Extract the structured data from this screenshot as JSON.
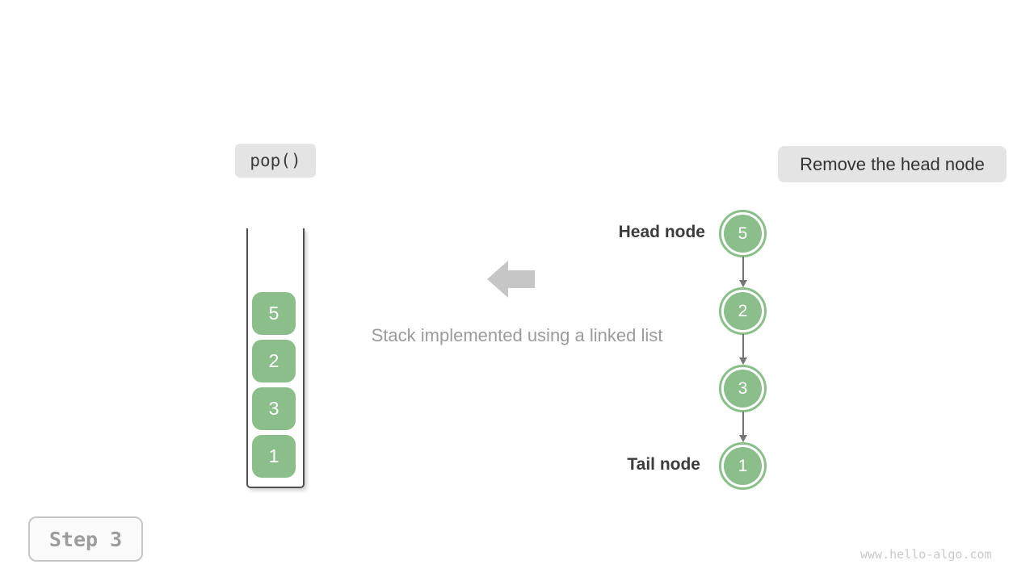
{
  "colors": {
    "node_green": "#8cbe8c",
    "label_bg": "#e4e4e4",
    "dark_text": "#3c3c3c",
    "muted_text": "#9a9a9a",
    "block_arrow_gray": "#c6c6c6",
    "connector_gray": "#757575",
    "container_border": "#4f4f4f",
    "step_text": "#9c9c9c",
    "watermark_text": "#c9c9c9"
  },
  "header": {
    "operation": "pop()",
    "action": "Remove the head node"
  },
  "stack": {
    "items": [
      "5",
      "2",
      "3",
      "1"
    ]
  },
  "caption": "Stack implemented using a linked list",
  "linked_list": {
    "head_label": "Head node",
    "tail_label": "Tail node",
    "nodes": [
      "5",
      "2",
      "3",
      "1"
    ]
  },
  "footer": {
    "step": "Step 3",
    "watermark": "www.hello-algo.com"
  }
}
